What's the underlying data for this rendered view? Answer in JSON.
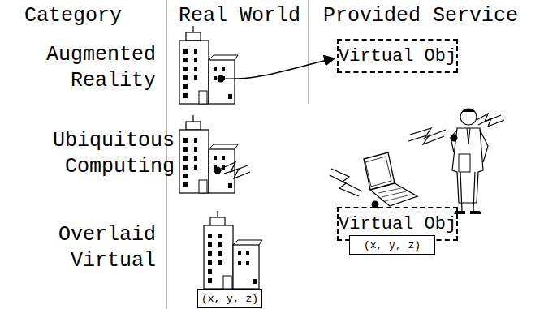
{
  "diagram": {
    "nodes": [
      {
        "text": [
          "Virtual Obj"
        ]
      },
      {
        "text": [
          "(x, y, z)"
        ]
      },
      {
        "text": [
          "Virtual Obj"
        ]
      },
      {
        "text": [
          "(x, y, z)"
        ]
      }
    ],
    "labels": [
      "Category",
      "Real World",
      "Provided Service",
      "Augmented Reality",
      "Ubiquitous Computing",
      "Overlaid Virtual"
    ]
  }
}
